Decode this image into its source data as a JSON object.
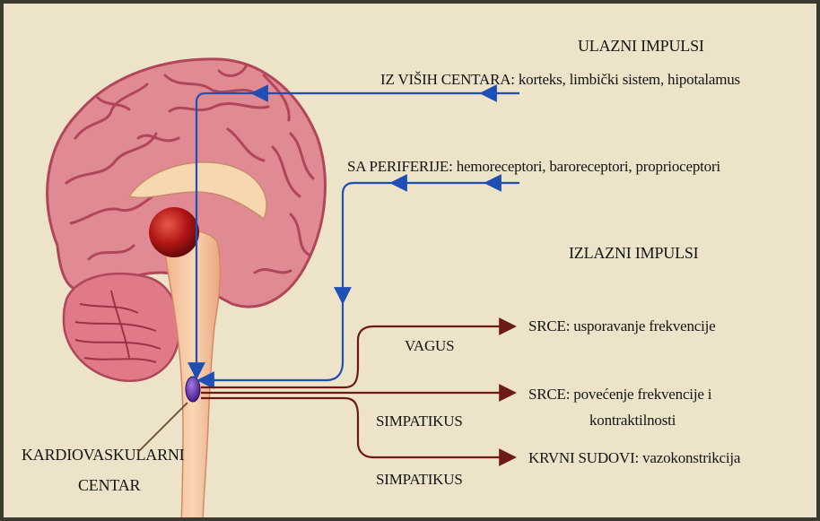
{
  "colors": {
    "background": "#ede3c9",
    "border": "#3a3a2e",
    "input_arrow": "#1f4fb5",
    "output_arrow": "#6b1a16",
    "brain": "#e08a93",
    "brain_outline": "#b0465a",
    "thalamus": "#b01515",
    "brainstem": "#f6c7a2",
    "cardio_center": "#6a2fb3"
  },
  "input": {
    "title": "ULAZNI IMPULSI",
    "higher_centers": "IZ VIŠIH CENTARA: korteks, limbički sistem, hipotalamus",
    "periphery": "SA PERIFERIJE: hemoreceptori, baroreceptori, proprioceptori"
  },
  "output": {
    "title": "IZLAZNI IMPULSI",
    "heart_slow": "SRCE: usporavanje frekvencije",
    "heart_fast_line1": "SRCE: povećenje frekvencije i",
    "heart_fast_line2": "kontraktilnosti",
    "vessels": "KRVNI SUDOVI: vazokonstrikcija"
  },
  "nerves": {
    "vagus": "VAGUS",
    "sympathetic_1": "SIMPATIKUS",
    "sympathetic_2": "SIMPATIKUS"
  },
  "center": {
    "line1": "KARDIOVASKULARNI",
    "line2": "CENTAR"
  },
  "icons": {
    "brain": "brain-illustration",
    "cerebellum": "cerebellum-illustration",
    "thalamus": "thalamus-sphere",
    "center": "cardiovascular-center-oval"
  }
}
